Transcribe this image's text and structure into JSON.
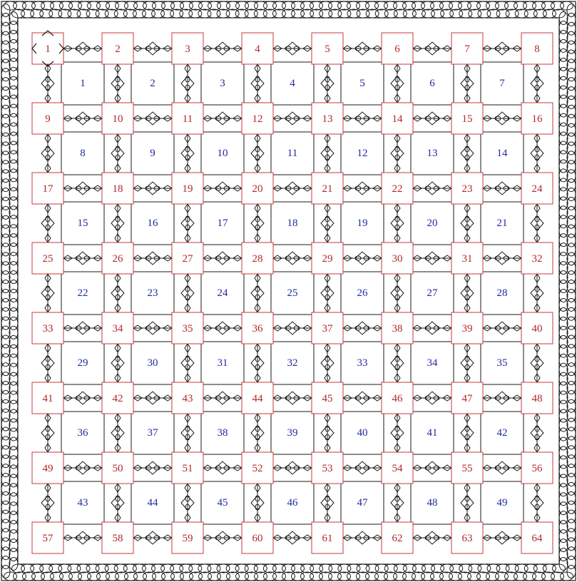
{
  "colors": {
    "node_border": "#c8393c",
    "node_text": "#b3262a",
    "cell_border": "#1a1a1a",
    "cell_text": "#1f2a9e",
    "connector": "#1a1a1a",
    "frame": "#1a1a1a"
  },
  "board": {
    "node_columns": 8,
    "node_rows": 8,
    "cell_columns": 7,
    "cell_rows": 7,
    "node_labels": [
      "1",
      "2",
      "3",
      "4",
      "5",
      "6",
      "7",
      "8",
      "9",
      "10",
      "11",
      "12",
      "13",
      "14",
      "15",
      "16",
      "17",
      "18",
      "19",
      "20",
      "21",
      "22",
      "23",
      "24",
      "25",
      "26",
      "27",
      "28",
      "29",
      "30",
      "31",
      "32",
      "33",
      "34",
      "35",
      "36",
      "37",
      "38",
      "39",
      "40",
      "41",
      "42",
      "43",
      "44",
      "45",
      "46",
      "47",
      "48",
      "49",
      "50",
      "51",
      "52",
      "53",
      "54",
      "55",
      "56",
      "57",
      "58",
      "59",
      "60",
      "61",
      "62",
      "63",
      "64"
    ],
    "cell_labels": [
      "1",
      "2",
      "3",
      "4",
      "5",
      "6",
      "7",
      "8",
      "9",
      "10",
      "11",
      "12",
      "13",
      "14",
      "15",
      "16",
      "17",
      "18",
      "19",
      "20",
      "21",
      "22",
      "23",
      "24",
      "25",
      "26",
      "27",
      "28",
      "29",
      "30",
      "31",
      "32",
      "33",
      "34",
      "35",
      "36",
      "37",
      "38",
      "39",
      "40",
      "41",
      "42",
      "43",
      "44",
      "45",
      "46",
      "47",
      "48",
      "49"
    ],
    "selected_node": "1",
    "connector_icon": "chain-link-icon",
    "frame_icon": "rope-border-icon"
  }
}
